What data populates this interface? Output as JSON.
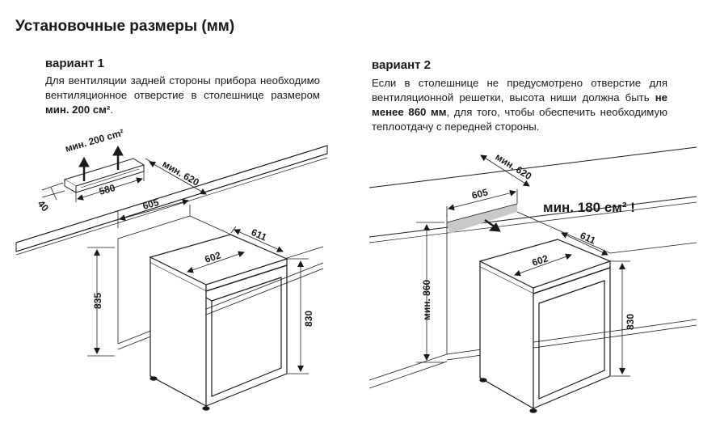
{
  "title": "Установочные размеры (мм)",
  "variant1": {
    "heading": "вариант 1",
    "text_before": "Для вентиляции задней стороны прибора необходимо вентиляционное отверстие в столешнице размером ",
    "text_bold": "мин. 200 см²",
    "text_after": ".",
    "label_vent": "мин. 200 cm²",
    "dim_40": "40",
    "dim_580": "580",
    "dim_620": "мин. 620",
    "dim_605": "605",
    "dim_602": "602",
    "dim_611": "611",
    "dim_835": "835",
    "dim_830": "830"
  },
  "variant2": {
    "heading": "вариант 2",
    "text_before": "Если в столешнице не предусмотрено отверстие для вентиляционной решетки, высота ниши должна быть ",
    "text_bold": "не менее 860 мм",
    "text_after": ", для того, чтобы обеспечить необходимую теплоотдачу с передней стороны.",
    "label_vent": "мин. 180 см² !",
    "dim_620": "мин. 620",
    "dim_605": "605",
    "dim_602": "602",
    "dim_611": "611",
    "dim_860": "мин. 860",
    "dim_830": "830"
  }
}
